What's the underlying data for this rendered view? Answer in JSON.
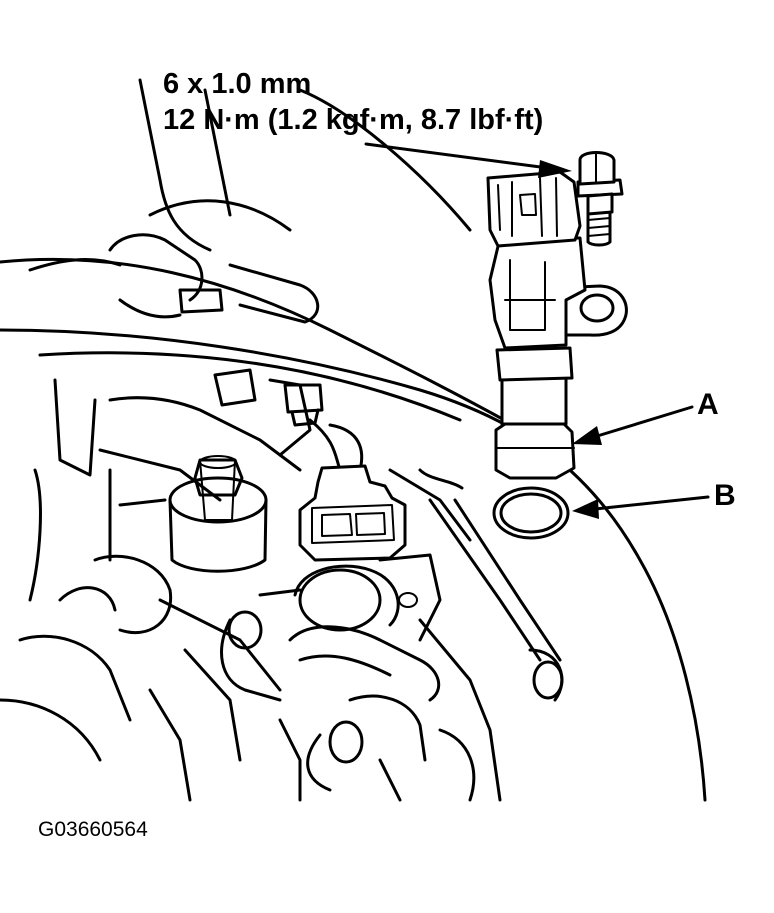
{
  "spec": {
    "bolt_size": "6 x 1.0 mm",
    "torque": "12 N·m (1.2 kgf·m, 8.7 lbf·ft)"
  },
  "callouts": {
    "a": "A",
    "b": "B"
  },
  "figure_id": "G03660564"
}
